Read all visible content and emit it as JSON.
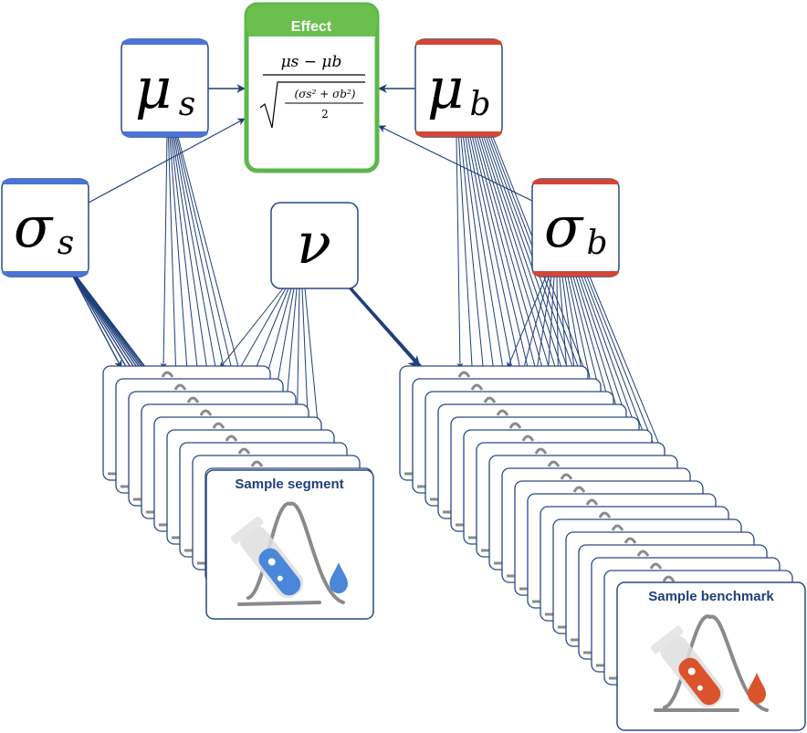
{
  "effect": {
    "title": "Effect",
    "numerator": "μs − μb",
    "denominator_inner": "(σs² + σb²)",
    "denominator_two": "2",
    "color": "#5cb84a"
  },
  "nodes": {
    "mu_s": {
      "symbol": "μ",
      "sub": "s",
      "accent": "#4a74d6"
    },
    "mu_b": {
      "symbol": "μ",
      "sub": "b",
      "accent": "#d34535"
    },
    "sigma_s": {
      "symbol": "σ",
      "sub": "s",
      "accent": "#4a74d6"
    },
    "sigma_b": {
      "symbol": "σ",
      "sub": "b",
      "accent": "#d34535"
    },
    "nu": {
      "symbol": "ν"
    }
  },
  "segment_stack": {
    "label": "Sample segment",
    "color": "#4a86d9"
  },
  "benchmark_stack": {
    "label": "Sample benchmark",
    "color": "#d9542b"
  },
  "colors": {
    "edge": "#1f3f7a",
    "node_border": "#2a4a82"
  }
}
